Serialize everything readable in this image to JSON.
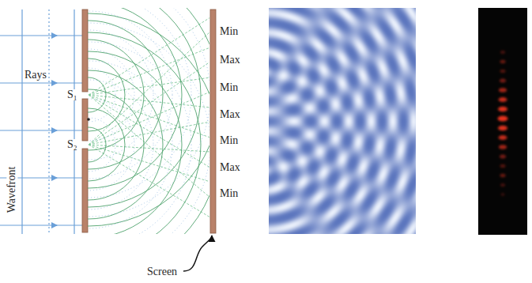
{
  "diagram": {
    "labels": [
      "Min",
      "Max",
      "Min",
      "Max",
      "Min",
      "Max",
      "Min",
      "Rays",
      "S₁",
      "S₂",
      "Wavefront",
      "Screen"
    ]
  }
}
